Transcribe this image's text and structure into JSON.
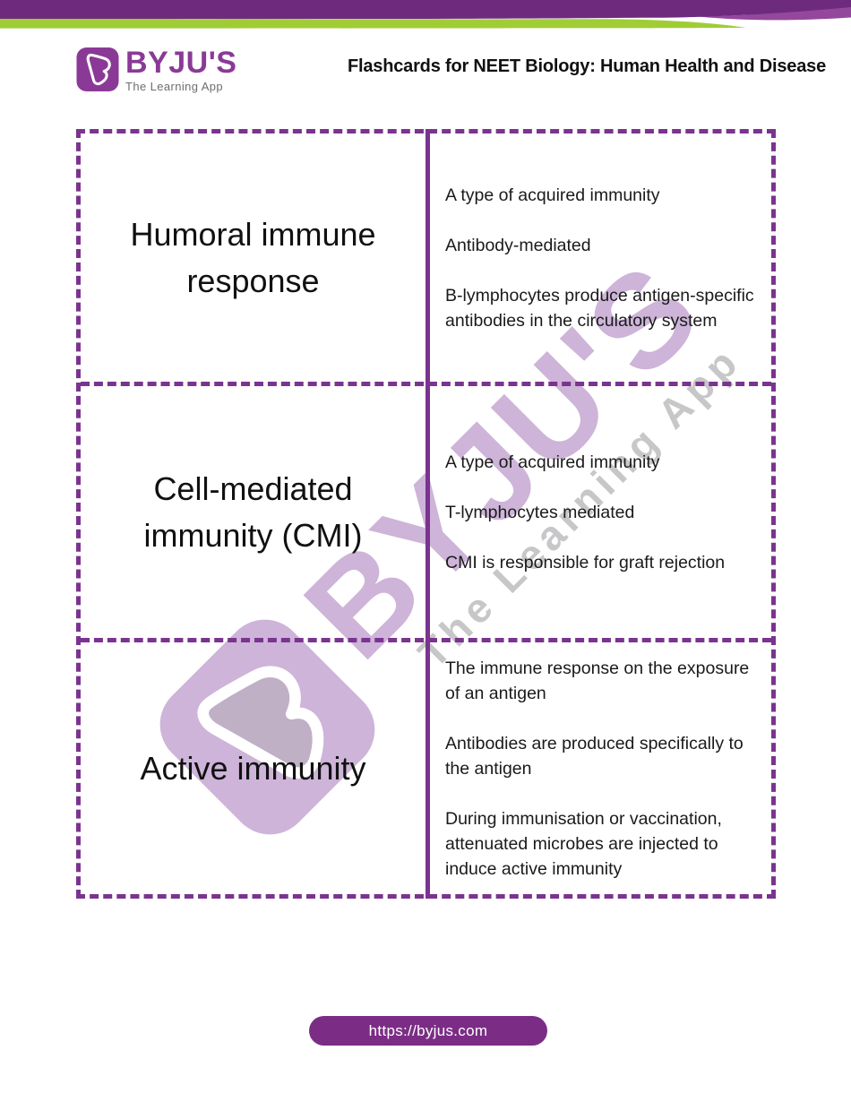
{
  "header": {
    "title": "Flashcards for NEET Biology: Human Health and Disease"
  },
  "logo": {
    "brand": "BYJU'S",
    "tagline": "The Learning App"
  },
  "watermark": {
    "brand": "BYJU'S",
    "tagline": "The Learning App"
  },
  "colors": {
    "header_purple_dark": "#6e2b7e",
    "header_purple_light": "#93489b",
    "header_green": "#a0cd36",
    "brand_purple": "#8a3a96",
    "table_border_purple": "#7b3390",
    "footer_purple": "#7b2d85",
    "watermark_purple": "#cdb4d8",
    "watermark_gray": "#c7c7c9",
    "text_black": "#1a1a1a"
  },
  "flashcards": [
    {
      "term": "Humoral immune response",
      "facts": [
        "A type of acquired immunity",
        "Antibody-mediated",
        "B-lymphocytes produce antigen-specific antibodies in the circulatory system"
      ]
    },
    {
      "term": "Cell-mediated immunity (CMI)",
      "facts": [
        "A type of acquired immunity",
        "T-lymphocytes mediated",
        "CMI is responsible for graft rejection"
      ]
    },
    {
      "term": "Active immunity",
      "facts": [
        "The immune response on the exposure of an antigen",
        "Antibodies are produced specifically to the antigen",
        "During immunisation or vaccination, attenuated microbes are injected to induce active immunity"
      ]
    }
  ],
  "footer": {
    "url": "https://byjus.com"
  }
}
